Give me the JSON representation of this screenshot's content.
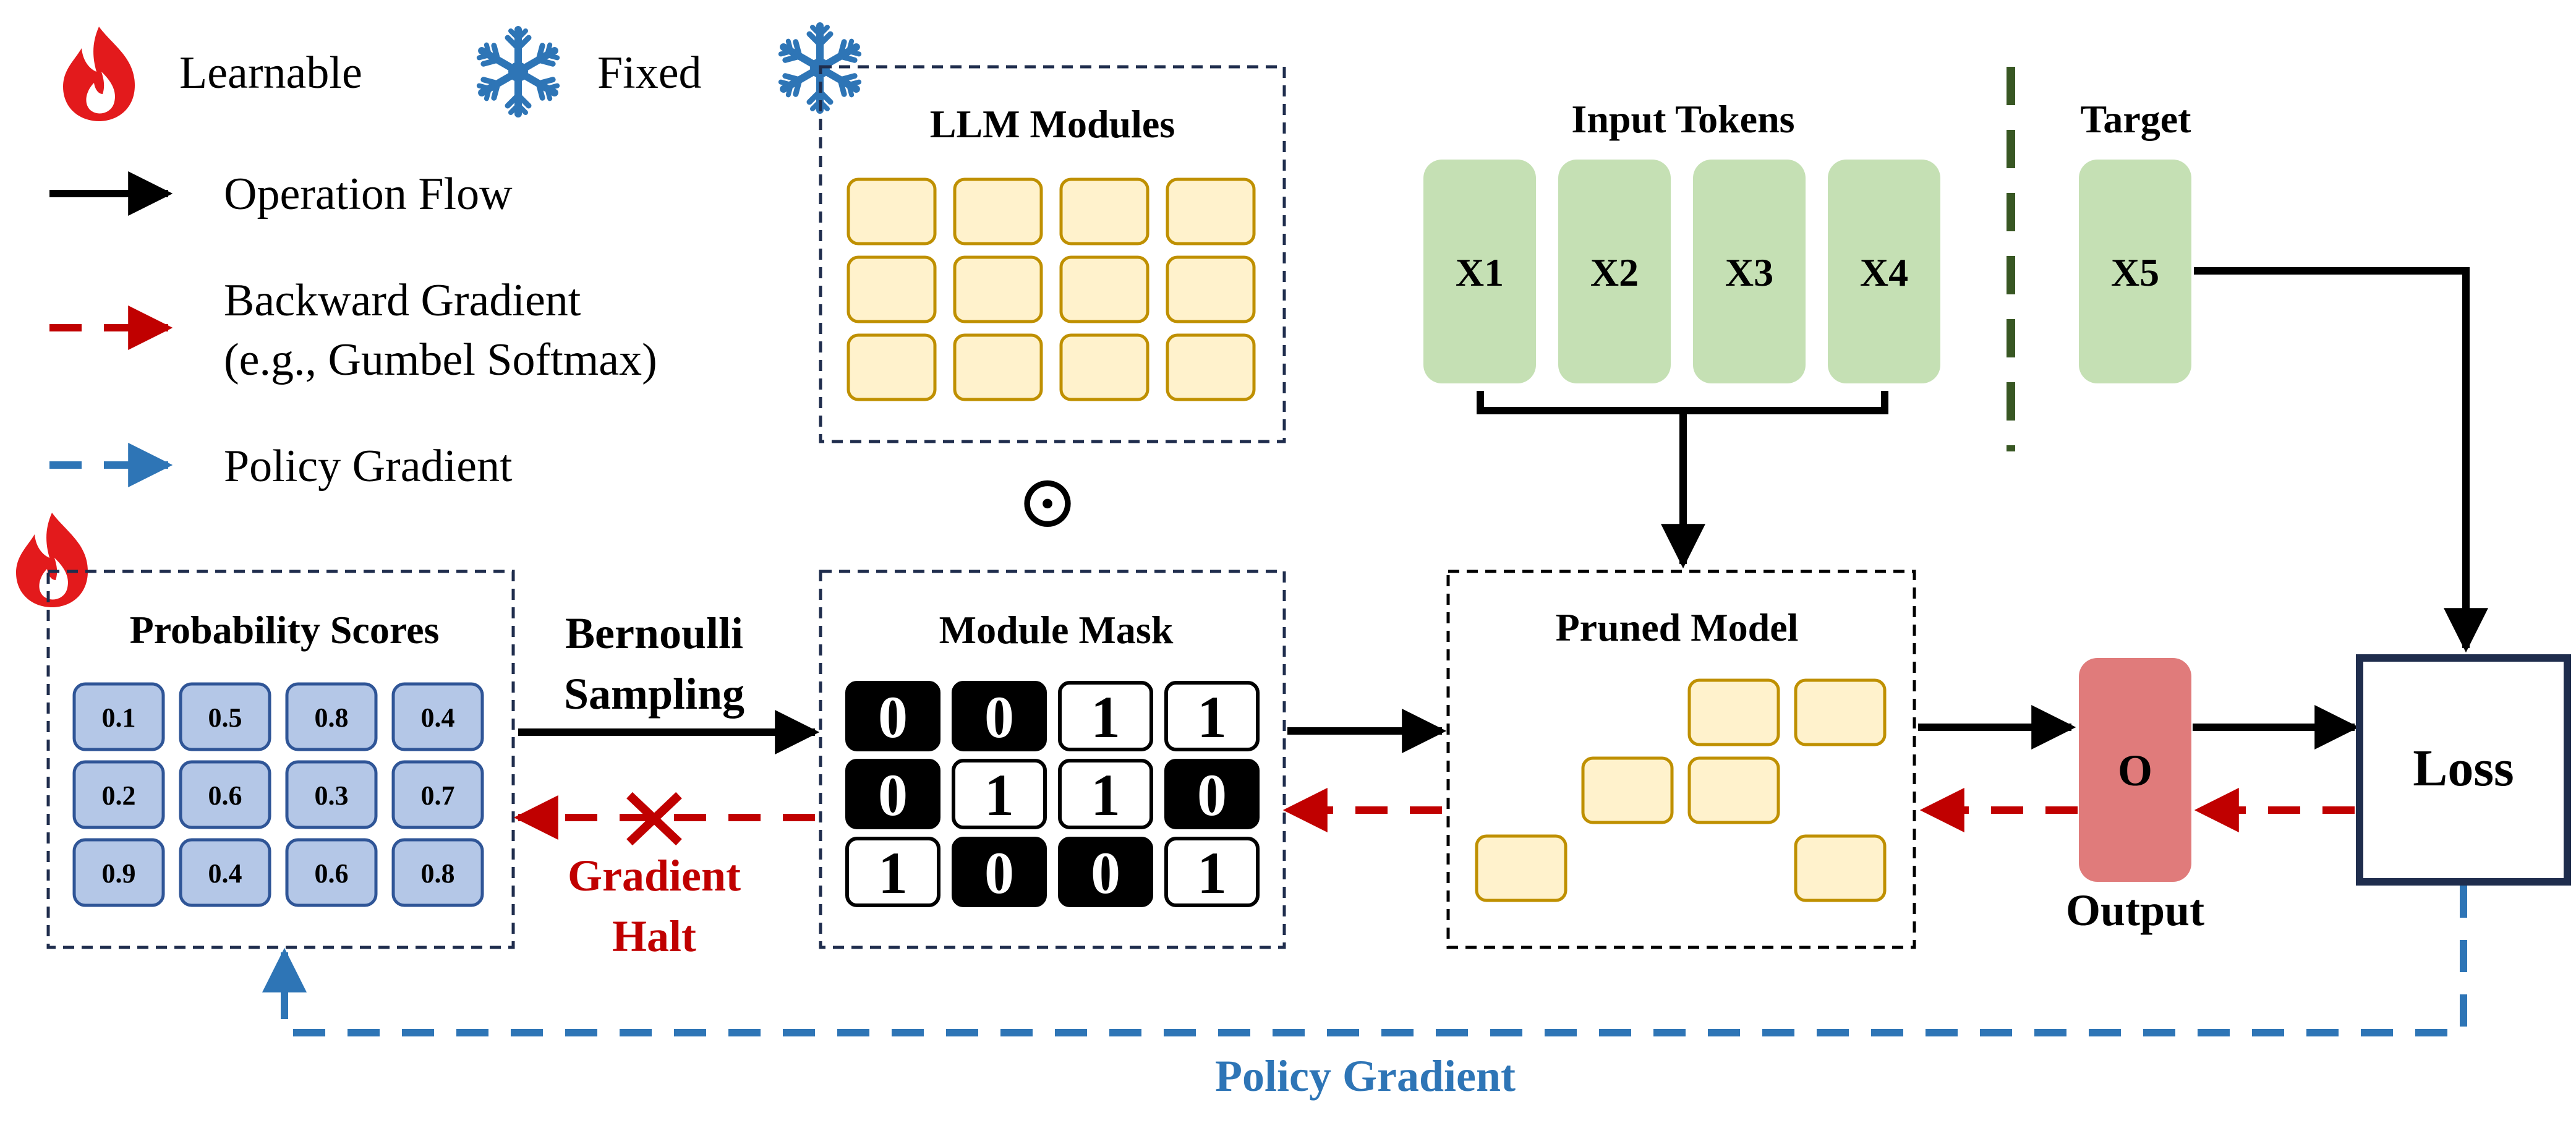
{
  "legend": {
    "learnable": "Learnable",
    "fixed": "Fixed",
    "operation_flow": "Operation Flow",
    "backward_gradient_line1": "Backward Gradient",
    "backward_gradient_line2": "(e.g., Gumbel Softmax)",
    "policy_gradient": "Policy Gradient",
    "icons": [
      "flame-icon",
      "snowflake-icon"
    ]
  },
  "llm_modules": {
    "title": "LLM Modules",
    "rows": 3,
    "cols": 4
  },
  "hadamard_symbol": "⊙",
  "probability_scores": {
    "title": "Probability Scores",
    "values": [
      [
        "0.1",
        "0.5",
        "0.8",
        "0.4"
      ],
      [
        "0.2",
        "0.6",
        "0.3",
        "0.7"
      ],
      [
        "0.9",
        "0.4",
        "0.6",
        "0.8"
      ]
    ]
  },
  "sampling": {
    "line1": "Bernoulli",
    "line2": "Sampling"
  },
  "module_mask": {
    "title": "Module Mask",
    "values": [
      [
        "0",
        "0",
        "1",
        "1"
      ],
      [
        "0",
        "1",
        "1",
        "0"
      ],
      [
        "1",
        "0",
        "0",
        "1"
      ]
    ]
  },
  "gradient_halt": {
    "line1": "Gradient",
    "line2": "Halt"
  },
  "input_tokens": {
    "title": "Input Tokens",
    "tokens": [
      "X1",
      "X2",
      "X3",
      "X4"
    ]
  },
  "target": {
    "title": "Target",
    "token": "X5"
  },
  "pruned_model": {
    "title": "Pruned Model"
  },
  "output": {
    "symbol": "O",
    "label": "Output"
  },
  "loss": {
    "label": "Loss"
  },
  "policy_gradient_label": "Policy Gradient",
  "colors": {
    "operation_flow": "#000000",
    "backward_gradient": "#c00000",
    "policy_gradient": "#2e75b6",
    "prob_fill": "#b4c7e7",
    "prob_stroke": "#2f5597",
    "module_fill": "#fff2cc",
    "module_stroke": "#bf9000",
    "token_fill": "#c5e0b4",
    "output_fill": "#e07b7b",
    "loss_stroke": "#1f2d4d",
    "flame": "#e31a1c",
    "snowflake": "#2e75b6",
    "divider": "#385723"
  }
}
